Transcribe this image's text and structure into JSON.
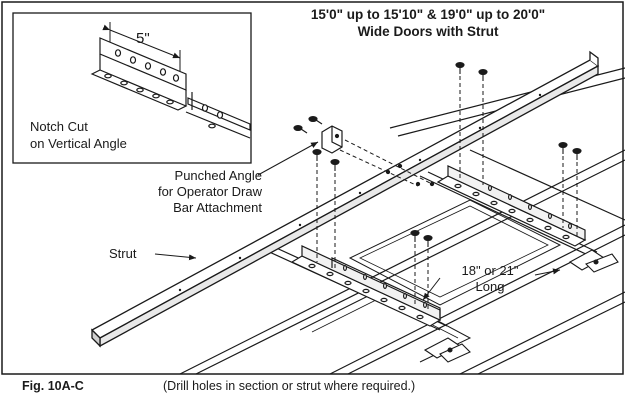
{
  "title": {
    "line1": "15'0\" up to 15'10\" & 19'0\" up to 20'0\"",
    "line2": "Wide Doors with Strut"
  },
  "inset": {
    "dimension": "5\"",
    "label_line1": "Notch Cut",
    "label_line2": "on Vertical Angle"
  },
  "callouts": {
    "punched_line1": "Punched Angle",
    "punched_line2": "for Operator Draw",
    "punched_line3": "Bar Attachment",
    "strut": "Strut",
    "length_line1": "18\" or 21\"",
    "length_line2": "Long"
  },
  "figure": {
    "number": "Fig. 10A-C",
    "caption": "(Drill holes in section or strut where required.)"
  }
}
